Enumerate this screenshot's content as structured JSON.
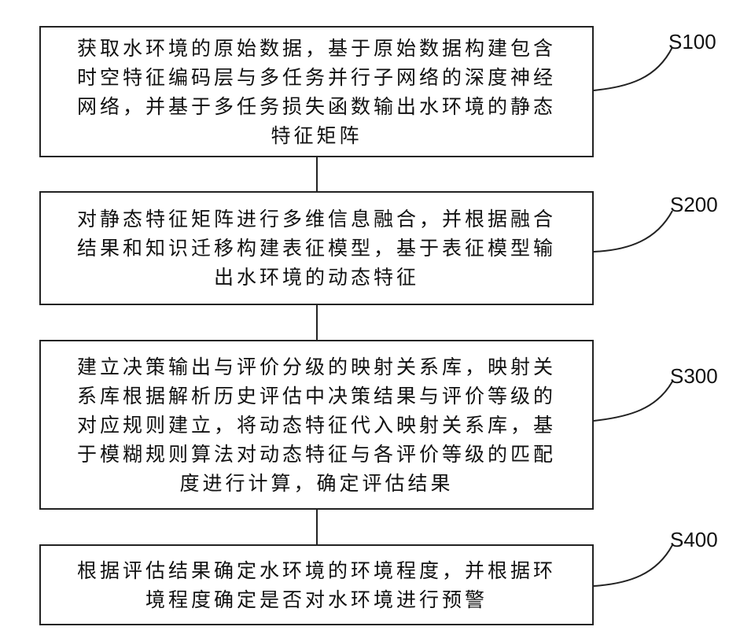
{
  "steps": [
    {
      "id": "S100",
      "text": "获取水环境的原始数据，基于原始数据构建包含\n时空特征编码层与多任务并行子网络的深度神经\n网络，并基于多任务损失函数输出水环境的静态\n特征矩阵"
    },
    {
      "id": "S200",
      "text": "对静态特征矩阵进行多维信息融合，并根据融合\n结果和知识迁移构建表征模型，基于表征模型输\n出水环境的动态特征"
    },
    {
      "id": "S300",
      "text": "建立决策输出与评价分级的映射关系库，映射关\n系库根据解析历史评估中决策结果与评价等级的\n对应规则建立，将动态特征代入映射关系库，基\n于模糊规则算法对动态特征与各评价等级的匹配\n度进行计算，确定评估结果"
    },
    {
      "id": "S400",
      "text": "根据评估结果确定水环境的环境程度，并根据环\n境程度确定是否对水环境进行预警"
    }
  ]
}
